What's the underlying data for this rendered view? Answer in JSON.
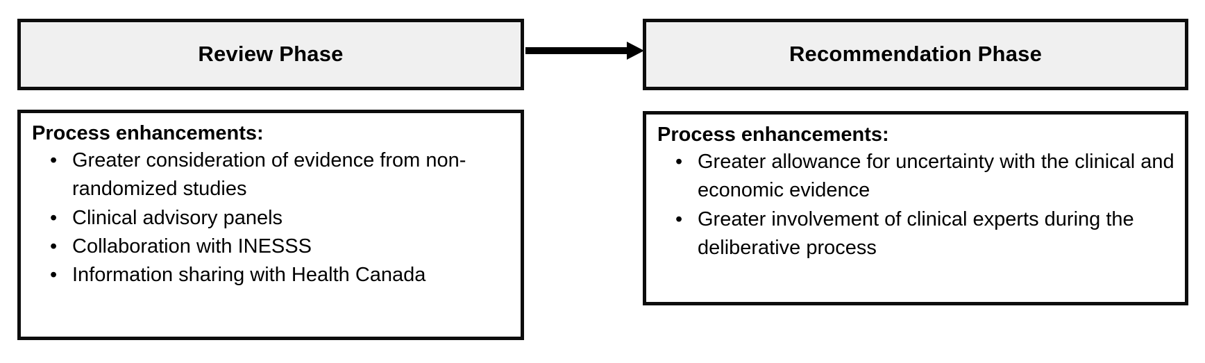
{
  "diagram": {
    "type": "two-phase-process-flow",
    "accent_color": "#0d0d0d",
    "header_fill": "#f0f0f0",
    "content_fill": "#ffffff",
    "connector": {
      "name": "arrow-right",
      "from": "Review Phase",
      "to": "Recommendation Phase"
    },
    "columns": [
      {
        "id": "review",
        "phase_title": "Review Phase",
        "content": {
          "heading": "Process enhancements:",
          "bullets": [
            "Greater consideration of evidence from non-randomized studies",
            "Clinical advisory panels",
            "Collaboration with INESSS",
            "Information sharing with Health Canada"
          ],
          "bullet_glyph": "•"
        }
      },
      {
        "id": "recommendation",
        "phase_title": "Recommendation Phase",
        "content": {
          "heading": "Process enhancements:",
          "bullets": [
            "Greater allowance for uncertainty with the clinical and economic evidence",
            "Greater involvement of clinical experts during the deliberative process"
          ],
          "bullet_glyph": "•"
        }
      }
    ]
  }
}
